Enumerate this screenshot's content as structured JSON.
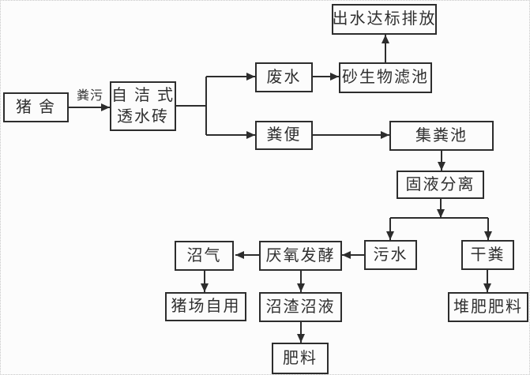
{
  "diagram": {
    "nodes": {
      "pig_house": {
        "label": "猪 舍"
      },
      "permeable_brick": {
        "line1": "自 洁 式",
        "line2": "透水砖"
      },
      "wastewater": {
        "label": "废水"
      },
      "sand_biofilter": {
        "label": "砂生物滤池"
      },
      "discharge": {
        "label": "出水达标排放"
      },
      "feces": {
        "label": "粪便"
      },
      "collection_pool": {
        "label": "集粪池"
      },
      "solid_liquid_separation": {
        "label": "固液分离"
      },
      "sewage": {
        "label": "污水"
      },
      "dry_feces": {
        "label": "干粪"
      },
      "biogas": {
        "label": "沼气"
      },
      "anaerobic_fermentation": {
        "label": "厌氧发酵"
      },
      "farm_self_use": {
        "label": "猪场自用"
      },
      "residue_slurry": {
        "label": "沼渣沼液"
      },
      "compost_fertilizer": {
        "label": "堆肥肥料"
      },
      "fertilizer": {
        "label": "肥料"
      }
    },
    "edge_labels": {
      "manure": "粪污"
    },
    "colors": {
      "line": "#2d2d2d",
      "box_border": "#2d2d2d",
      "text": "#2f2f2f",
      "background": "#fcfcfc"
    }
  }
}
